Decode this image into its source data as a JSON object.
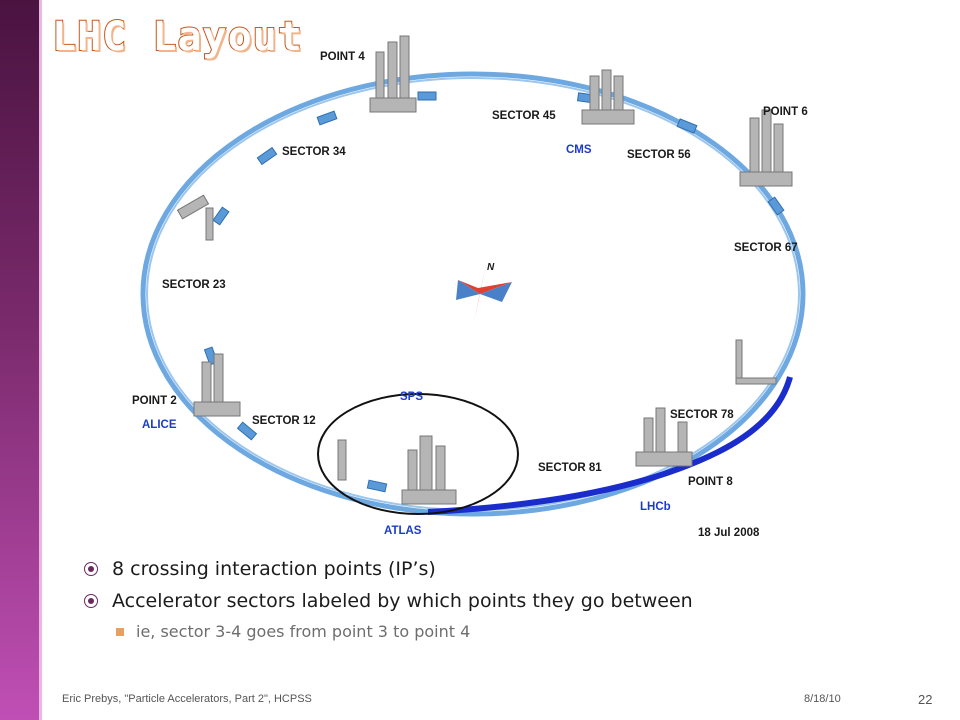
{
  "slide": {
    "title": "LHC Layout"
  },
  "diagram": {
    "labels": {
      "point4": "POINT 4",
      "sector45": "SECTOR 45",
      "point6": "POINT 6",
      "cms": "CMS",
      "sector56": "SECTOR 56",
      "sector34": "SECTOR 34",
      "sector67": "SECTOR 67",
      "sector23": "SECTOR 23",
      "point2": "POINT 2",
      "alice": "ALICE",
      "sector12": "SECTOR 12",
      "sps": "SPS",
      "sector78": "SECTOR 78",
      "sector81": "SECTOR 81",
      "point8": "POINT 8",
      "atlas": "ATLAS",
      "lhcb": "LHCb",
      "date": "18 Jul 2008",
      "north": "N"
    },
    "colors": {
      "ring": "#6ea8e0",
      "ring_dark": "#1a2ccc",
      "experiment_label": "#1a3cc8"
    }
  },
  "bullets": [
    {
      "text": "8 crossing interaction points (IP’s)"
    },
    {
      "text": "Accelerator sectors labeled by which points they go between"
    }
  ],
  "sub_bullets": [
    {
      "text": "ie, sector 3-4 goes from point 3 to point 4"
    }
  ],
  "footer": {
    "author": "Eric Prebys, \"Particle Accelerators, Part 2\", HCPSS",
    "date": "8/18/10",
    "page": "22"
  }
}
